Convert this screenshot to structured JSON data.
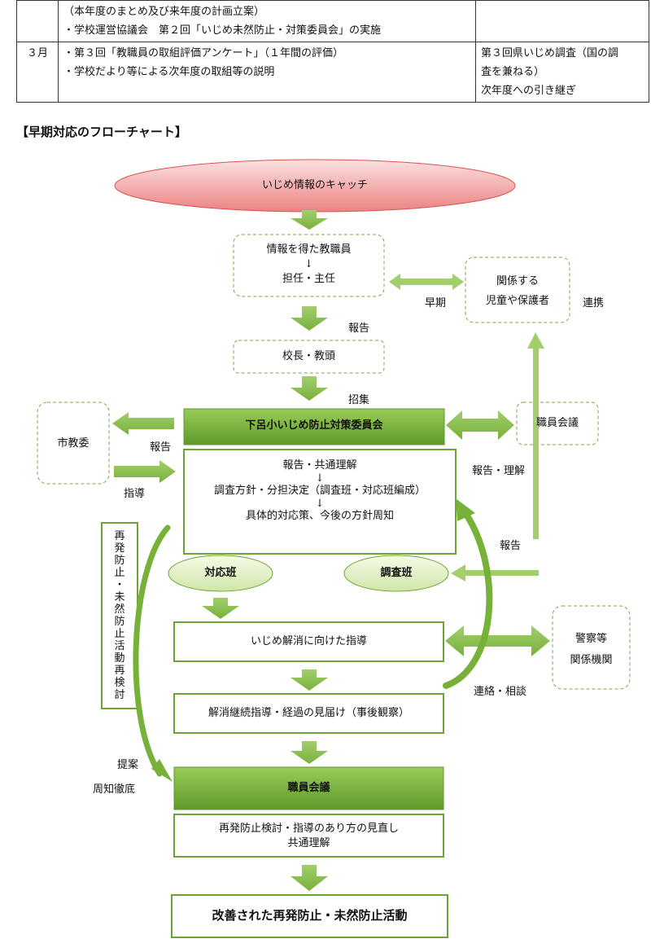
{
  "schedule": {
    "rows": [
      {
        "month": "",
        "activities": [
          "（本年度のまとめ及び来年度の計画立案）",
          "・学校運営協議会　第２回「いじめ未然防止・対策委員会」の実施"
        ],
        "remarks": []
      },
      {
        "month": "３月",
        "activities": [
          "・第３回「教職員の取組評価アンケート」（１年間の評価）",
          "・学校だより等による次年度の取組等の説明"
        ],
        "remarks": [
          "第３回県いじめ調査（国の調",
          "査を兼ねる）",
          "次年度への引き継ぎ"
        ]
      }
    ]
  },
  "section_title": "【早期対応のフローチャート】",
  "flow": {
    "catch": "いじめ情報のキャッチ",
    "informant": [
      "情報を得た教職員",
      "↓",
      "担任・主任"
    ],
    "related_parties": [
      "関係する",
      "児童や保護者"
    ],
    "label_early": "早期",
    "label_cooperation": "連携",
    "label_report1": "報告",
    "principal": "校長・教頭",
    "label_convene": "招集",
    "committee": "下呂小いじめ防止対策委員会",
    "staff_meeting_top": "職員会議",
    "city_board": "市教委",
    "label_report_city": "報告",
    "label_guidance": "指導",
    "label_report_understand": "報告・理解",
    "committee_tasks": [
      "報告・共通理解",
      "↓",
      "調査方針・分担決定（調査班・対応班編成）",
      "↓",
      "具体的対応策、今後の方針周知"
    ],
    "label_report2": "報告",
    "vertical_label": [
      "再",
      "発",
      "防",
      "止",
      "・",
      "未",
      "然",
      "防",
      "止",
      "活",
      "動",
      "再",
      "検",
      "討"
    ],
    "response_team": "対応班",
    "investigation_team": "調査班",
    "guidance_resolution": "いじめ解消に向けた指導",
    "police": [
      "警察等",
      "関係機関"
    ],
    "label_consult": "連絡・相談",
    "continued_guidance": "解消継続指導・経過の見届け（事後観察）",
    "label_propose": "提案",
    "label_thorough": "周知徹底",
    "staff_meeting_bottom": "職員会議",
    "review": [
      "再発防止検討・指導のあり方の見直し",
      "共通理解"
    ],
    "improved": "改善された再発防止・未然防止活動"
  },
  "colors": {
    "green_arrow": "#78b13a",
    "green_arrow_light": "#a2ce6d",
    "green_border": "#6aa533",
    "dashed_border": "#7aa84a",
    "oval_red_top": "#fbe1e1",
    "oval_red_bottom": "#ec8282",
    "oval_red_border": "#d9534f",
    "oval_green_top": "#f6fbe8",
    "oval_green_bottom": "#cfe6a8",
    "box_green_top": "#9bcb57",
    "box_green_bottom": "#5d9a2b"
  }
}
